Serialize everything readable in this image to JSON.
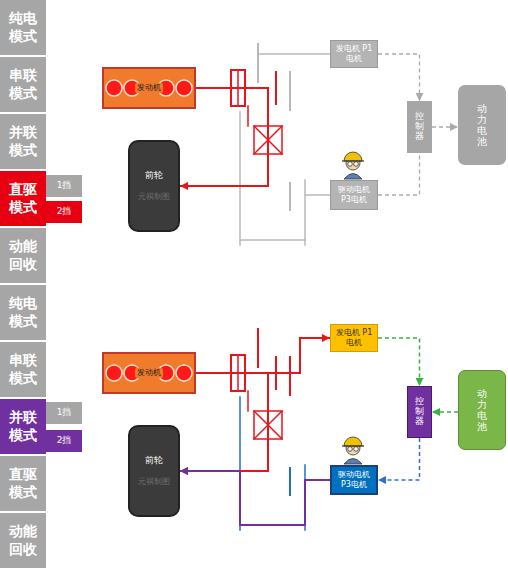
{
  "diagram": {
    "nodes": [
      {
        "text": [
          "纯电 模式"
        ]
      },
      {
        "text": [
          "串联 模式"
        ]
      },
      {
        "text": [
          "并联 模式"
        ]
      },
      {
        "text": [
          "直驱 模式"
        ]
      },
      {
        "text": [
          "1挡"
        ]
      },
      {
        "text": [
          "2挡"
        ]
      },
      {
        "text": [
          "动能 回收"
        ]
      },
      {
        "text": [
          "发电机 P1电机"
        ]
      },
      {
        "text": [
          "发动机"
        ]
      },
      {
        "text": [
          "控制器"
        ]
      },
      {
        "text": [
          "动力电池"
        ]
      },
      {
        "text": [
          "前轮",
          "元祺制图"
        ]
      },
      {
        "text": [
          "驱动电机 P3电机"
        ]
      },
      {
        "text": [
          "纯电 模式"
        ]
      },
      {
        "text": [
          "串联 模式"
        ]
      },
      {
        "text": [
          "并联 模式"
        ]
      },
      {
        "text": [
          "1挡"
        ]
      },
      {
        "text": [
          "2挡"
        ]
      },
      {
        "text": [
          "直驱 模式"
        ]
      },
      {
        "text": [
          "动能 回收"
        ]
      },
      {
        "text": [
          "发电机 P1电机"
        ]
      },
      {
        "text": [
          "发动机"
        ]
      },
      {
        "text": [
          "控制器"
        ]
      },
      {
        "text": [
          "动力电池"
        ]
      },
      {
        "text": [
          "前轮",
          "元祺制图"
        ]
      },
      {
        "text": [
          "驱动电机 P3电机"
        ]
      }
    ],
    "edges": [
      {
        "from": 8,
        "to": 11,
        "arrow": "to"
      },
      {
        "from": 7,
        "to": 9,
        "arrow": "to"
      },
      {
        "from": 9,
        "to": 10,
        "arrow": "to"
      },
      {
        "from": 12,
        "to": 9,
        "arrow": "none"
      },
      {
        "from": 21,
        "to": 20,
        "arrow": "to"
      },
      {
        "from": 21,
        "to": 24,
        "arrow": "to"
      },
      {
        "from": 25,
        "to": 24,
        "arrow": "to"
      },
      {
        "from": 20,
        "to": 22,
        "arrow": "to"
      },
      {
        "from": 23,
        "to": 22,
        "arrow": "to"
      },
      {
        "from": 22,
        "to": 25,
        "arrow": "to"
      }
    ]
  }
}
